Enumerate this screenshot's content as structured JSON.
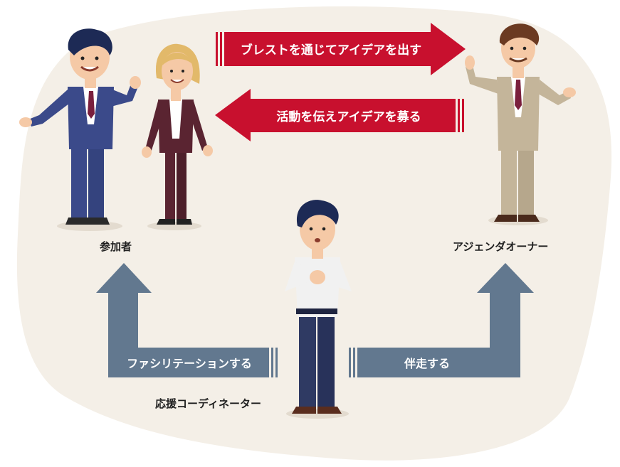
{
  "arrows": {
    "top": "ブレストを通じてアイデアを出す",
    "middle": "活動を伝えアイデアを募る",
    "left_bottom": "ファシリテーションする",
    "right_bottom": "伴走する"
  },
  "roles": {
    "participants": "参加者",
    "agenda_owner": "アジェンダオーナー",
    "coordinator": "応援コーディネーター"
  },
  "colors": {
    "blob": "#f4efe7",
    "red_arrow": "#c8102e",
    "blue_arrow": "#62788f",
    "navy_suit": "#3b4a8a",
    "maroon_suit": "#5a2431",
    "beige_suit": "#c4b59a"
  }
}
